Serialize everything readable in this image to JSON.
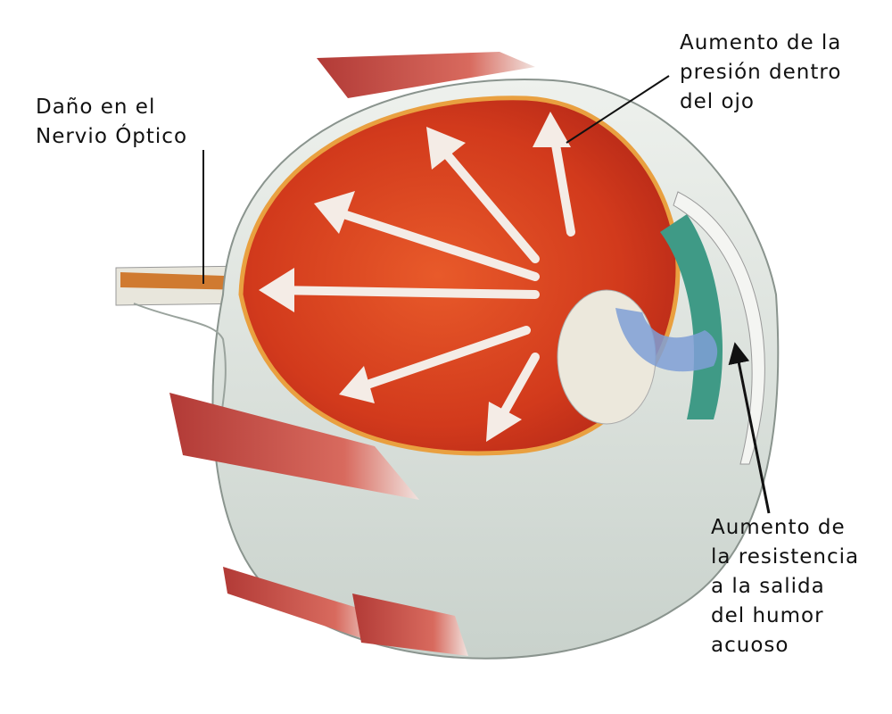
{
  "labels": {
    "optic_nerve": [
      "Daño en el",
      "Nervio Óptico"
    ],
    "pressure": [
      "Aumento de la",
      "presión dentro",
      "del ojo"
    ],
    "resistance": [
      "Aumento de",
      "la resistencia",
      "a la salida",
      "del humor",
      "acuoso"
    ]
  },
  "colors": {
    "retina": "#d8401f",
    "sclera": "#dfe4df",
    "muscle": "#c9524a",
    "aqueous_flow": "#7f9fd6",
    "arrow": "#f4ece6"
  }
}
